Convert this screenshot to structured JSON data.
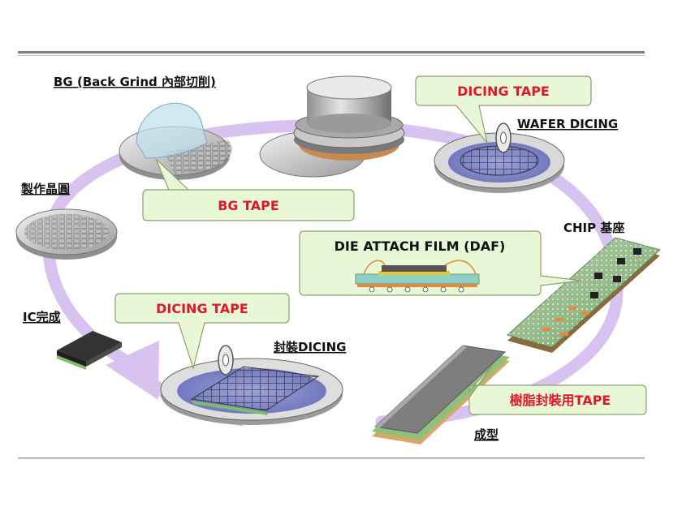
{
  "labels": {
    "bg": "BG (Back Grind 內部切削)",
    "wafer": "製作晶圓",
    "wafer_dicing": "WAFER DICING",
    "chip_base": "CHIP 基座",
    "ic_done": "IC完成",
    "pkg_dicing": "封裝DICING",
    "molding": "成型"
  },
  "callouts": {
    "dicing_tape_top": "DICING TAPE",
    "bg_tape": "BG TAPE",
    "daf": "DIE ATTACH FILM (DAF)",
    "dicing_tape_bottom": "DICING TAPE",
    "resin_tape": "樹脂封裝用TAPE"
  },
  "colors": {
    "callout_fill": "#e8f7d6",
    "callout_stroke": "#8aa06c",
    "tape_text": "#e0162b",
    "flow_arrow": "#d8c2f0",
    "rule": "#7f7f7f"
  }
}
